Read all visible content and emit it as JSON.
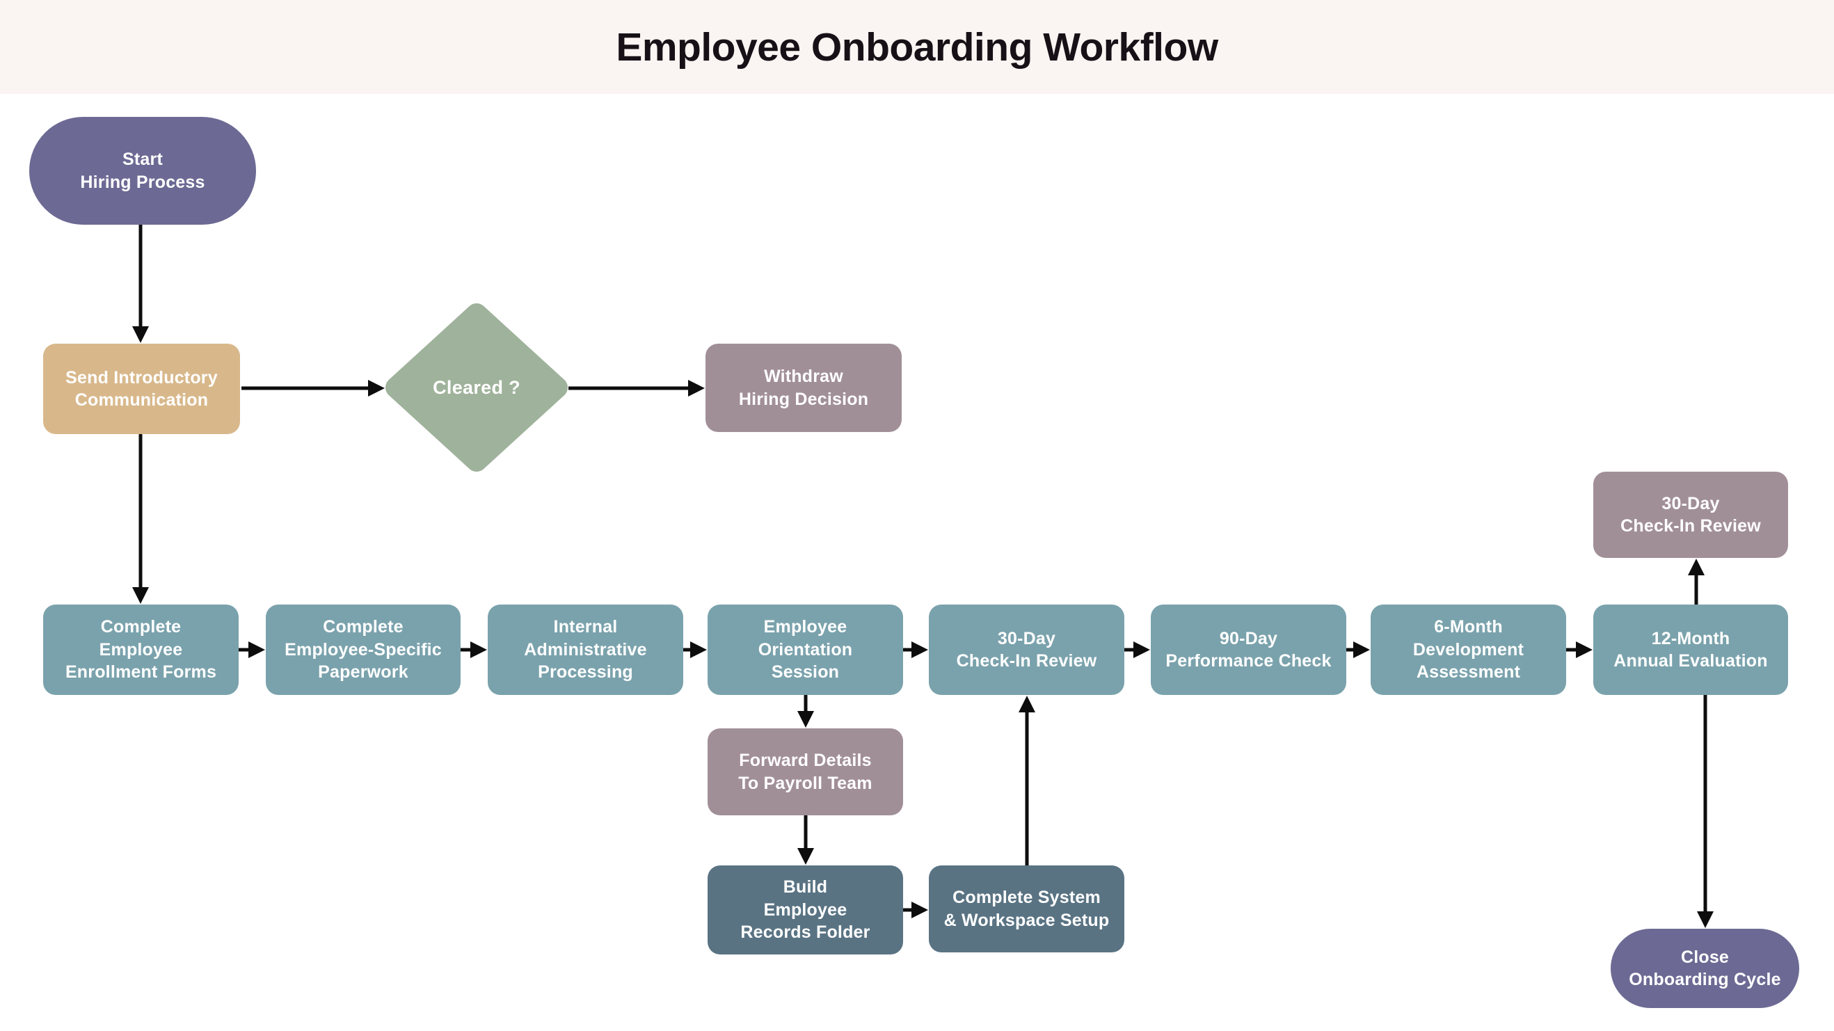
{
  "header": {
    "title": "Employee Onboarding Workflow"
  },
  "colors": {
    "purple": "#6c6a94",
    "tan": "#d8b88b",
    "sage": "#9fb29b",
    "mauve": "#a18f97",
    "teal": "#7aa2ac",
    "slate": "#597383",
    "arrow": "#0d0d0d",
    "header-bg": "#faf4f2",
    "canvas-bg": "#ffffff",
    "title-text": "#171117",
    "node-text": "#ffffff"
  },
  "nodes": {
    "start": {
      "lines": [
        "Start",
        "Hiring Process"
      ]
    },
    "send_intro": {
      "lines": [
        "Send Introductory",
        "Communication"
      ]
    },
    "cleared": {
      "lines": [
        "Cleared ?"
      ]
    },
    "withdraw": {
      "lines": [
        "Withdraw",
        "Hiring Decision"
      ]
    },
    "enrollment": {
      "lines": [
        "Complete",
        "Employee",
        "Enrollment Forms"
      ]
    },
    "paperwork": {
      "lines": [
        "Complete",
        "Employee-Specific",
        "Paperwork"
      ]
    },
    "admin": {
      "lines": [
        "Internal",
        "Administrative",
        "Processing"
      ]
    },
    "orientation": {
      "lines": [
        "Employee",
        "Orientation",
        "Session"
      ]
    },
    "review30": {
      "lines": [
        "30-Day",
        "Check-In Review"
      ]
    },
    "check90": {
      "lines": [
        "90-Day",
        "Performance Check"
      ]
    },
    "assessment6": {
      "lines": [
        "6-Month",
        "Development",
        "Assessment"
      ]
    },
    "evaluation12": {
      "lines": [
        "12-Month",
        "Annual Evaluation"
      ]
    },
    "review30_followup": {
      "lines": [
        "30-Day",
        "Check-In Review"
      ]
    },
    "payroll": {
      "lines": [
        "Forward Details",
        "To Payroll Team"
      ]
    },
    "records": {
      "lines": [
        "Build",
        "Employee",
        "Records Folder"
      ]
    },
    "system": {
      "lines": [
        "Complete System",
        "& Workspace Setup"
      ]
    },
    "close": {
      "lines": [
        "Close",
        "Onboarding Cycle"
      ]
    }
  }
}
